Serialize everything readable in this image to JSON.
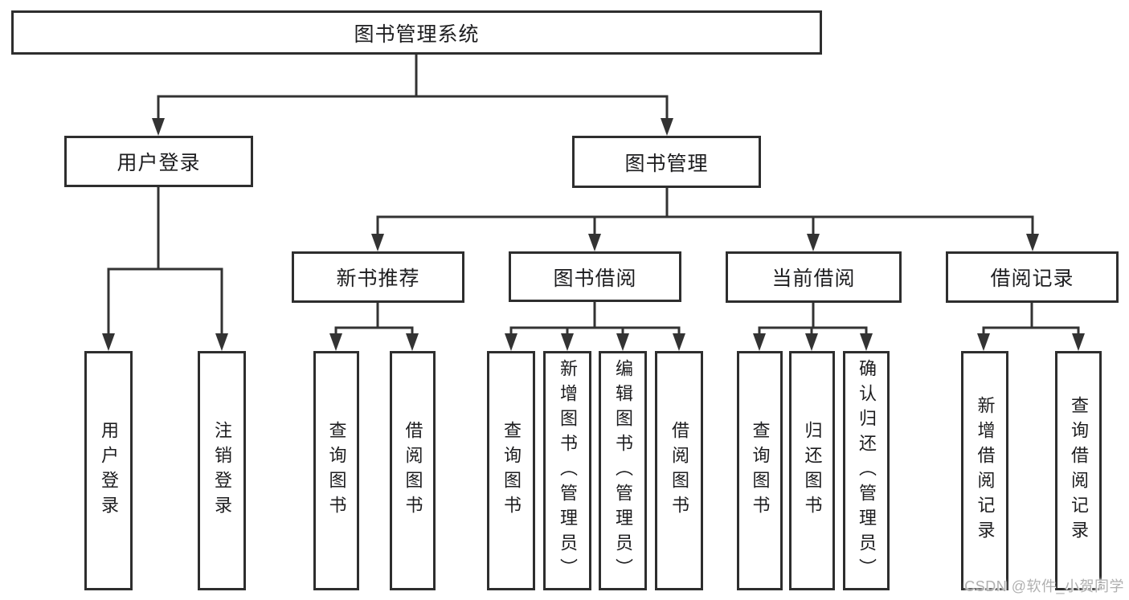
{
  "tree": {
    "root": {
      "label": "图书管理系统",
      "children": [
        {
          "label": "用户登录",
          "children": [
            {
              "label": "用户登录"
            },
            {
              "label": "注销登录"
            }
          ]
        },
        {
          "label": "图书管理",
          "children": [
            {
              "label": "新书推荐",
              "children": [
                {
                  "label": "查询图书"
                },
                {
                  "label": "借阅图书"
                }
              ]
            },
            {
              "label": "图书借阅",
              "children": [
                {
                  "label": "查询图书"
                },
                {
                  "label": "新增图书（管理员）"
                },
                {
                  "label": "编辑图书（管理员）"
                },
                {
                  "label": "借阅图书"
                }
              ]
            },
            {
              "label": "当前借阅",
              "children": [
                {
                  "label": "查询图书"
                },
                {
                  "label": "归还图书"
                },
                {
                  "label": "确认归还（管理员）"
                }
              ]
            },
            {
              "label": "借阅记录",
              "children": [
                {
                  "label": "新增借阅记录"
                },
                {
                  "label": "查询借阅记录"
                }
              ]
            }
          ]
        }
      ]
    }
  },
  "watermark": {
    "text": "CSDN @软件_小贺同学"
  },
  "colors": {
    "line": "#333333",
    "box_border": "#2e2e2e",
    "text": "#1d1d1f",
    "watermark": "#b0b0b0"
  }
}
